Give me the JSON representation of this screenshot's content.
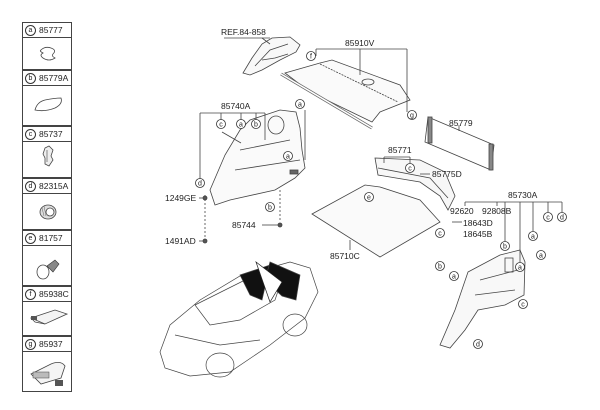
{
  "legend": [
    {
      "letter": "a",
      "part": "85777",
      "icon": "clip-ring-icon"
    },
    {
      "letter": "b",
      "part": "85779A",
      "icon": "oval-pad-icon"
    },
    {
      "letter": "c",
      "part": "85737",
      "icon": "hook-clip-icon"
    },
    {
      "letter": "d",
      "part": "82315A",
      "icon": "grommet-icon"
    },
    {
      "letter": "e",
      "part": "81757",
      "icon": "push-pin-icon"
    },
    {
      "letter": "f",
      "part": "85938C",
      "icon": "end-cap-icon"
    },
    {
      "letter": "g",
      "part": "85937",
      "icon": "end-cap-connector-icon"
    }
  ],
  "labels": {
    "ref": "REF.84-858",
    "cover": "85910V",
    "net": "85779",
    "left_trim": "85740A",
    "bolt1": "1249GE",
    "bolt2": "1491AD",
    "clip": "85744",
    "sill": "85771",
    "sill_clip": "85775D",
    "floor": "85710C",
    "right_trim": "85730A",
    "p92620": "92620",
    "p92808": "92808B",
    "p18643": "18643D",
    "p18645": "18645B"
  },
  "callouts": {
    "a": "a",
    "b": "b",
    "c": "c",
    "d": "d",
    "e": "e",
    "f": "f",
    "g": "g"
  }
}
